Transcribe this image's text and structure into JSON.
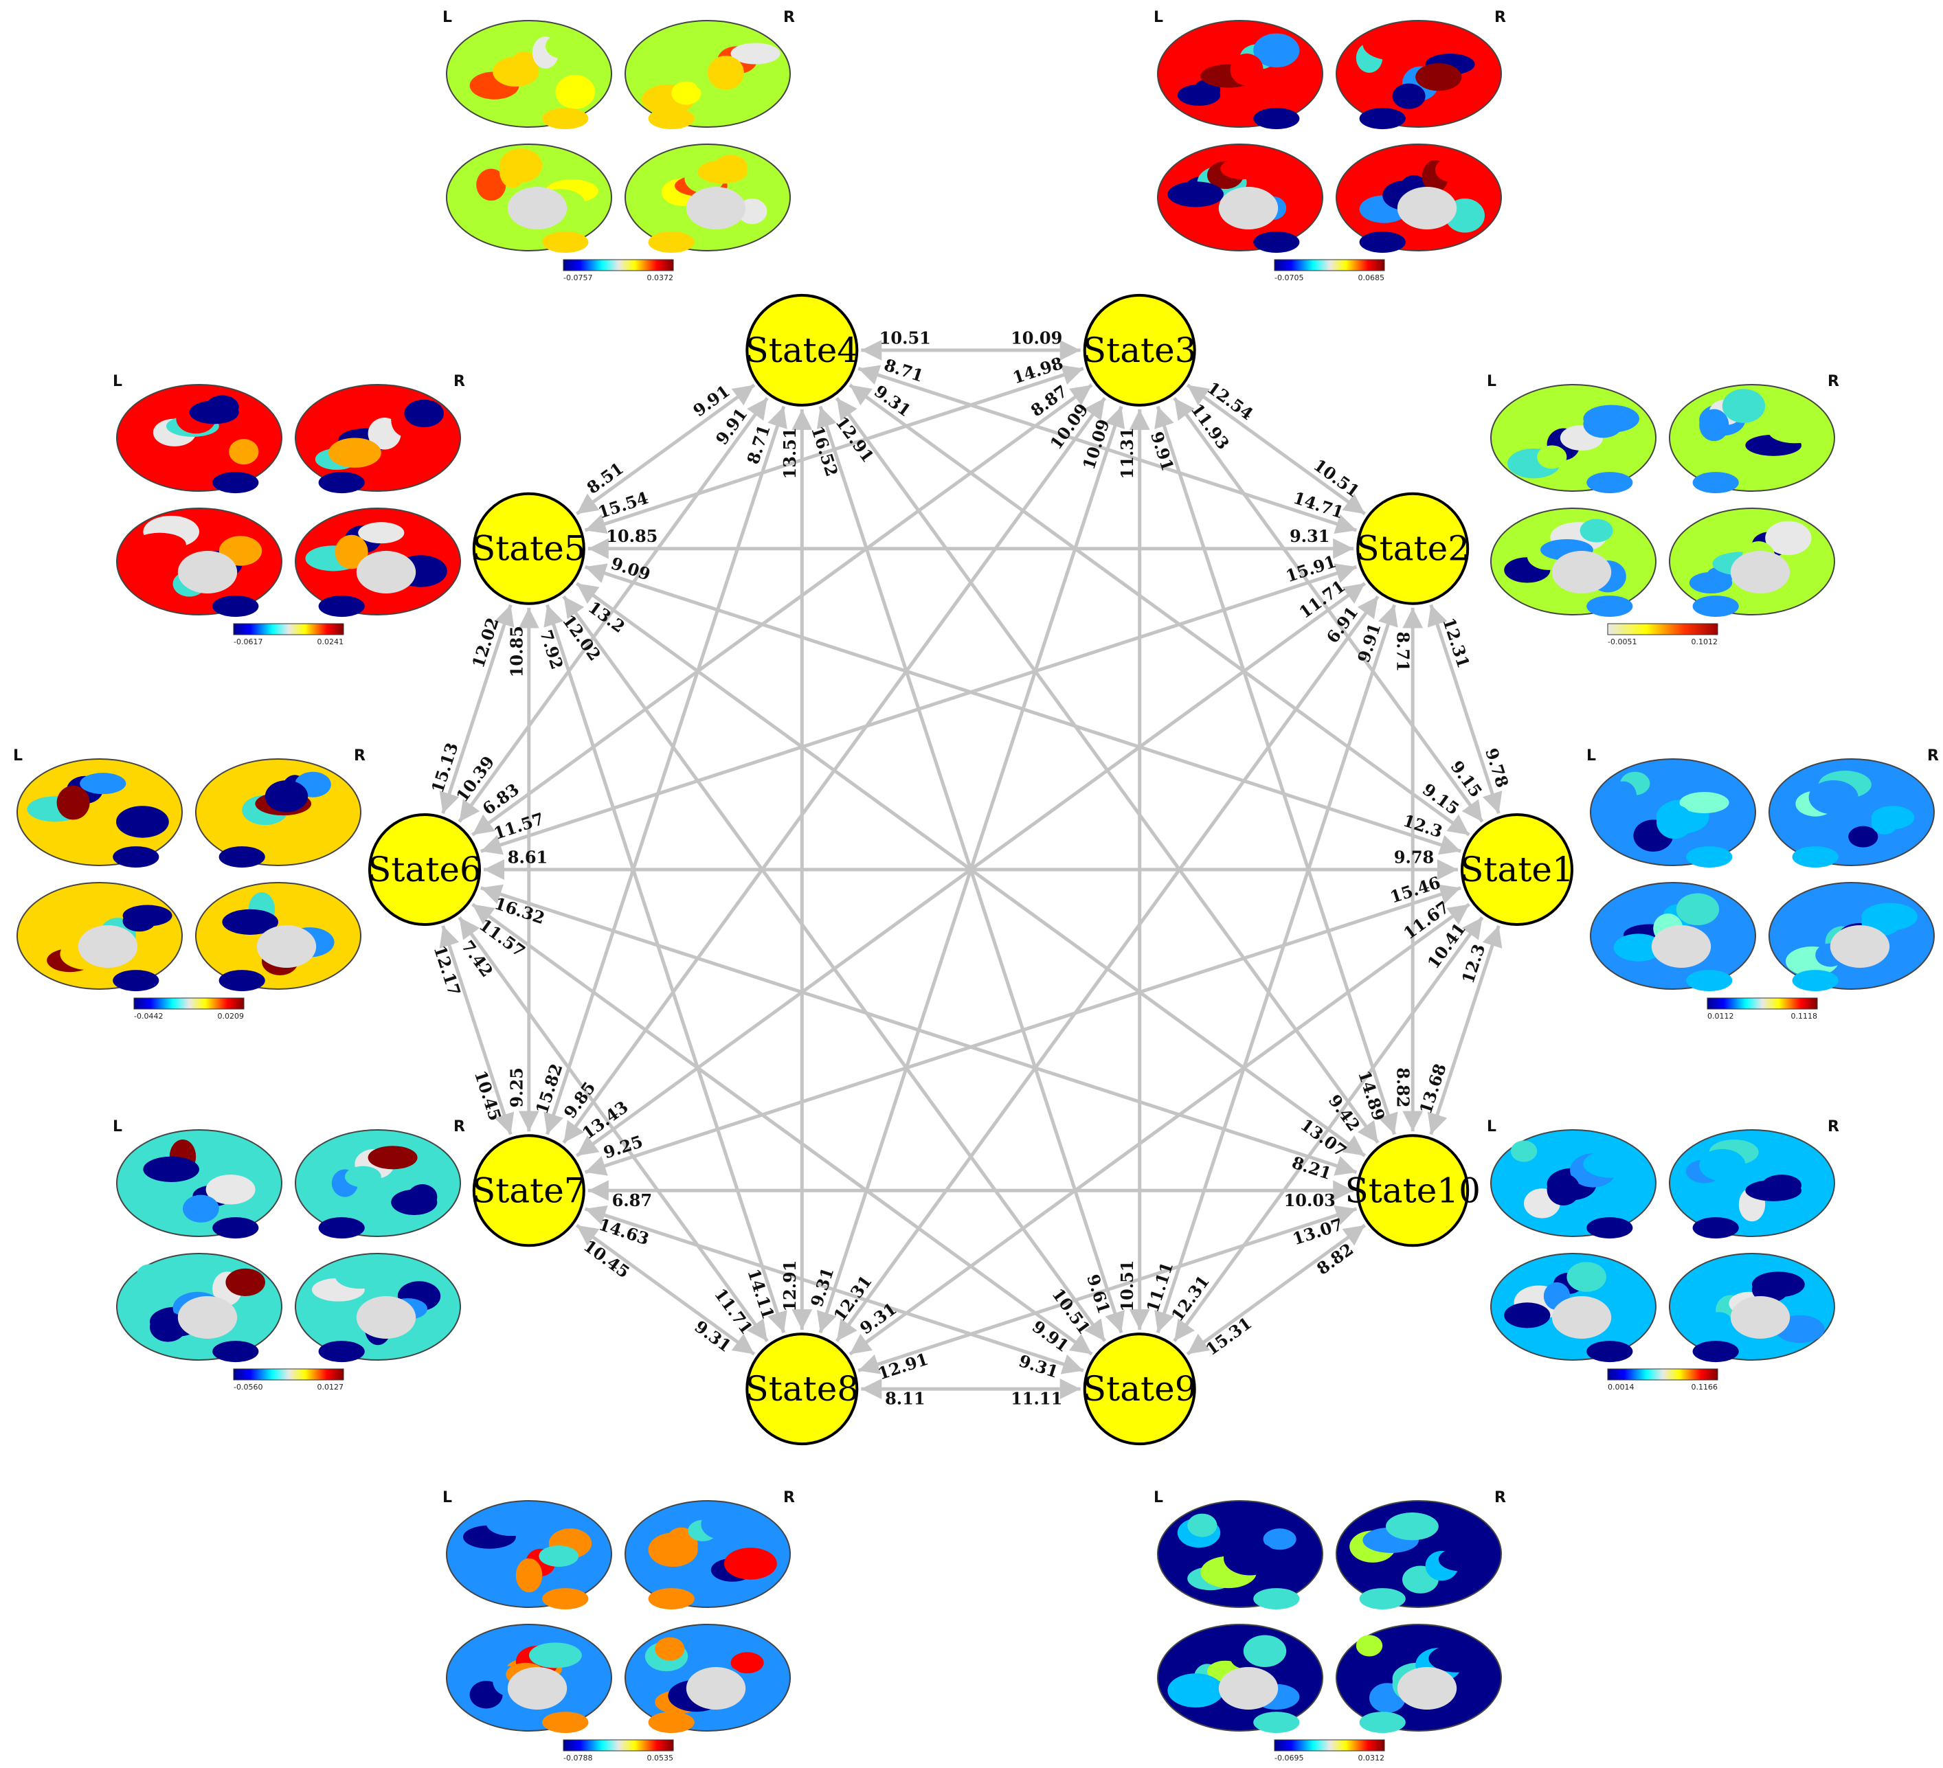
{
  "colors": {
    "node_fill": "#ffff00",
    "node_stroke": "#000000",
    "edge": "#c4c4c4",
    "background": "#ffffff"
  },
  "nodes": [
    {
      "id": 1,
      "label": "State1"
    },
    {
      "id": 2,
      "label": "State2"
    },
    {
      "id": 3,
      "label": "State3"
    },
    {
      "id": 4,
      "label": "State4"
    },
    {
      "id": 5,
      "label": "State5"
    },
    {
      "id": 6,
      "label": "State6"
    },
    {
      "id": 7,
      "label": "State7"
    },
    {
      "id": 8,
      "label": "State8"
    },
    {
      "id": 9,
      "label": "State9"
    },
    {
      "id": 10,
      "label": "State10"
    }
  ],
  "edges": [
    {
      "from": 1,
      "to": 2,
      "label_near_1": "9.78",
      "label_near_2": "12.31"
    },
    {
      "from": 1,
      "to": 3,
      "label_near_1": "9.15",
      "label_near_3": "11.93"
    },
    {
      "from": 1,
      "to": 4,
      "label_near_1": "9.15",
      "label_near_4": "9.31"
    },
    {
      "from": 1,
      "to": 5,
      "label_near_1": "12.3",
      "label_near_5": "9.09"
    },
    {
      "from": 1,
      "to": 6,
      "label_near_1": "9.78",
      "label_near_6": "8.61"
    },
    {
      "from": 1,
      "to": 7,
      "label_near_1": "15.46",
      "label_near_7": "9.25"
    },
    {
      "from": 1,
      "to": 8,
      "label_near_1": "11.67",
      "label_near_8": "9.31"
    },
    {
      "from": 1,
      "to": 9,
      "label_near_1": "10.41",
      "label_near_9": "12.31"
    },
    {
      "from": 1,
      "to": 10,
      "label_near_1": "12.3",
      "label_near_10": "13.68"
    },
    {
      "from": 2,
      "to": 3,
      "label_near_2": "10.51",
      "label_near_3": "12.54"
    },
    {
      "from": 2,
      "to": 4,
      "label_near_2": "14.71",
      "label_near_4": "8.71"
    },
    {
      "from": 2,
      "to": 5,
      "label_near_2": "9.31",
      "label_near_5": "10.85"
    },
    {
      "from": 2,
      "to": 6,
      "label_near_2": "15.91",
      "label_near_6": "11.57"
    },
    {
      "from": 2,
      "to": 7,
      "label_near_2": "11.71",
      "label_near_7": "13.43"
    },
    {
      "from": 2,
      "to": 8,
      "label_near_2": "6.91",
      "label_near_8": "12.31"
    },
    {
      "from": 2,
      "to": 9,
      "label_near_2": "9.91",
      "label_near_9": "11.11"
    },
    {
      "from": 2,
      "to": 10,
      "label_near_2": "8.71",
      "label_near_10": "8.82"
    },
    {
      "from": 3,
      "to": 4,
      "label_near_3": "10.09",
      "label_near_4": "10.51"
    },
    {
      "from": 3,
      "to": 5,
      "label_near_3": "14.98",
      "label_near_5": "15.54"
    },
    {
      "from": 3,
      "to": 6,
      "label_near_3": "8.87",
      "label_near_6": "6.83"
    },
    {
      "from": 3,
      "to": 7,
      "label_near_3": "10.09",
      "label_near_7": "9.85"
    },
    {
      "from": 3,
      "to": 8,
      "label_near_3": "10.09",
      "label_near_8": "9.31"
    },
    {
      "from": 3,
      "to": 9,
      "label_near_3": "11.31",
      "label_near_9": "10.51"
    },
    {
      "from": 3,
      "to": 10,
      "label_near_3": "9.91",
      "label_near_10": "14.89"
    },
    {
      "from": 4,
      "to": 5,
      "label_near_4": "9.91",
      "label_near_5": "8.51"
    },
    {
      "from": 4,
      "to": 6,
      "label_near_4": "9.91",
      "label_near_6": "10.39"
    },
    {
      "from": 4,
      "to": 7,
      "label_near_4": "8.71",
      "label_near_7": "15.82"
    },
    {
      "from": 4,
      "to": 8,
      "label_near_4": "13.51",
      "label_near_8": "12.91"
    },
    {
      "from": 4,
      "to": 9,
      "label_near_4": "16.52",
      "label_near_9": "9.61"
    },
    {
      "from": 4,
      "to": 10,
      "label_near_4": "12.91",
      "label_near_10": "9.42"
    },
    {
      "from": 5,
      "to": 6,
      "label_near_5": "12.02",
      "label_near_6": "15.13"
    },
    {
      "from": 5,
      "to": 7,
      "label_near_5": "10.85",
      "label_near_7": "9.25"
    },
    {
      "from": 5,
      "to": 8,
      "label_near_5": "7.92",
      "label_near_8": "14.11"
    },
    {
      "from": 5,
      "to": 9,
      "label_near_5": "12.02",
      "label_near_9": "10.51"
    },
    {
      "from": 5,
      "to": 10,
      "label_near_5": "13.2",
      "label_near_10": "13.07"
    },
    {
      "from": 6,
      "to": 7,
      "label_near_6": "12.17",
      "label_near_7": "10.45"
    },
    {
      "from": 6,
      "to": 8,
      "label_near_6": "7.42",
      "label_near_8": "11.71"
    },
    {
      "from": 6,
      "to": 9,
      "label_near_6": "11.57",
      "label_near_9": "9.91"
    },
    {
      "from": 6,
      "to": 10,
      "label_near_6": "16.32",
      "label_near_10": "8.21"
    },
    {
      "from": 7,
      "to": 8,
      "label_near_7": "10.45",
      "label_near_8": "9.31"
    },
    {
      "from": 7,
      "to": 9,
      "label_near_7": "14.63",
      "label_near_9": "9.31"
    },
    {
      "from": 7,
      "to": 10,
      "label_near_7": "6.87",
      "label_near_10": "10.03"
    },
    {
      "from": 8,
      "to": 9,
      "label_near_8": "8.11",
      "label_near_9": "11.11"
    },
    {
      "from": 8,
      "to": 10,
      "label_near_8": "12.91",
      "label_near_10": "13.07"
    },
    {
      "from": 9,
      "to": 10,
      "label_near_9": "15.31",
      "label_near_10": "8.82"
    }
  ],
  "brain_panels": [
    {
      "state": 4,
      "side_left": "L",
      "side_right": "R",
      "colorbar_min": "-0.0757",
      "colorbar_max": "0.0372"
    },
    {
      "state": 3,
      "side_left": "L",
      "side_right": "R",
      "colorbar_min": "-0.0705",
      "colorbar_max": "0.0685"
    },
    {
      "state": 5,
      "side_left": "L",
      "side_right": "R",
      "colorbar_min": "-0.0617",
      "colorbar_max": "0.0241"
    },
    {
      "state": 2,
      "side_left": "L",
      "side_right": "R",
      "colorbar_min": "-0.0051",
      "colorbar_max": "0.1012"
    },
    {
      "state": 6,
      "side_left": "L",
      "side_right": "R",
      "colorbar_min": "-0.0442",
      "colorbar_max": "0.0209"
    },
    {
      "state": 1,
      "side_left": "L",
      "side_right": "R",
      "colorbar_min": "0.0112",
      "colorbar_max": "0.1118"
    },
    {
      "state": 7,
      "side_left": "L",
      "side_right": "R",
      "colorbar_min": "-0.0560",
      "colorbar_max": "0.0127"
    },
    {
      "state": 10,
      "side_left": "L",
      "side_right": "R",
      "colorbar_min": "0.0014",
      "colorbar_max": "0.1166"
    },
    {
      "state": 8,
      "side_left": "L",
      "side_right": "R",
      "colorbar_min": "-0.0788",
      "colorbar_max": "0.0535"
    },
    {
      "state": 9,
      "side_left": "L",
      "side_right": "R",
      "colorbar_min": "-0.0695",
      "colorbar_max": "0.0312"
    }
  ]
}
